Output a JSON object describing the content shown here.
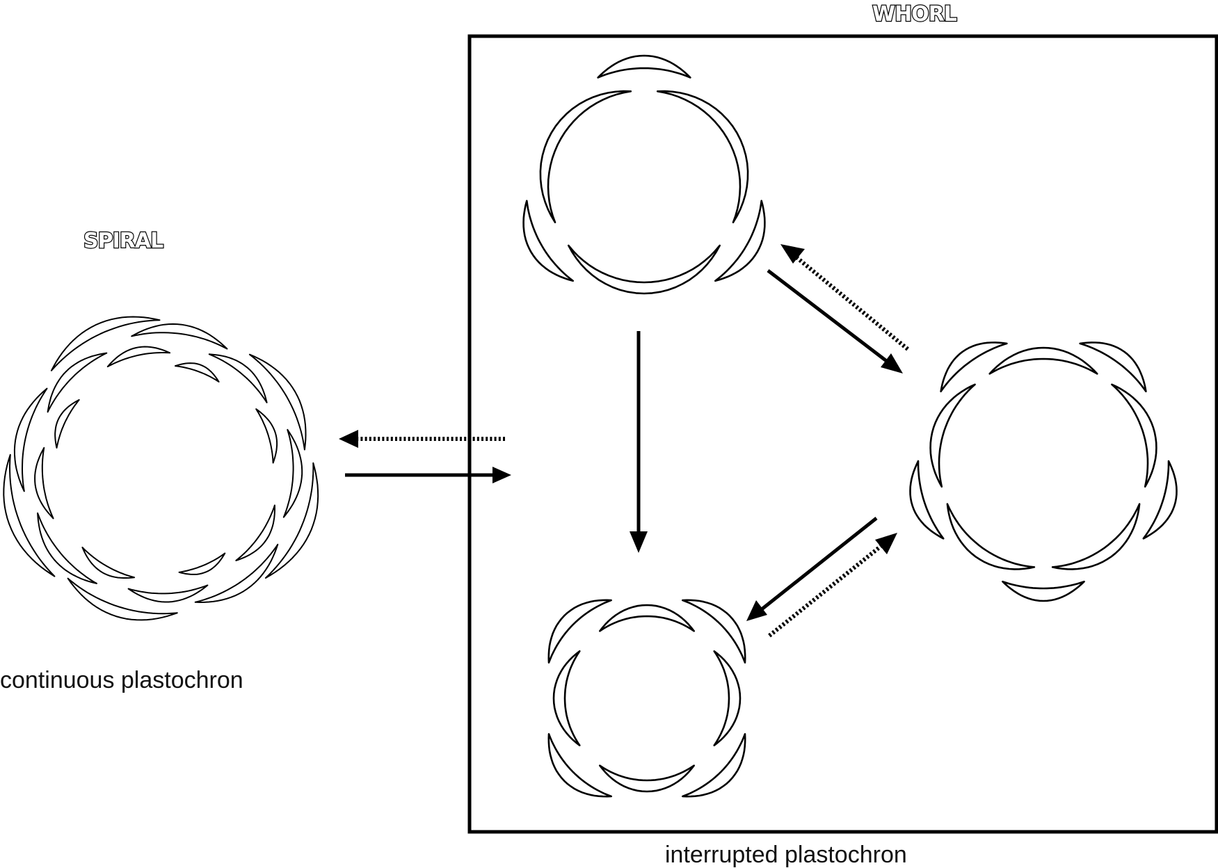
{
  "labels": {
    "spiral": "SPIRAL",
    "whorl": "WHORL",
    "continuous": "continuous plastochron",
    "interrupted": "interrupted plastochron"
  },
  "spiral_pattern": {
    "leaf_count": 21
  },
  "whorl_patterns": [
    {
      "name": "whorl-top",
      "merism": 3
    },
    {
      "name": "whorl-right",
      "merism": 5
    },
    {
      "name": "whorl-bottom",
      "merism": 4
    }
  ],
  "transitions": [
    {
      "from": "spiral",
      "to": "whorl",
      "style": "solid"
    },
    {
      "from": "whorl",
      "to": "spiral",
      "style": "dotted"
    },
    {
      "from": "whorl-top",
      "to": "whorl-bottom",
      "style": "solid"
    },
    {
      "from": "whorl-top",
      "to": "whorl-right",
      "style": "solid"
    },
    {
      "from": "whorl-right",
      "to": "whorl-top",
      "style": "dotted"
    },
    {
      "from": "whorl-right",
      "to": "whorl-bottom",
      "style": "solid"
    },
    {
      "from": "whorl-bottom",
      "to": "whorl-right",
      "style": "dotted"
    }
  ]
}
